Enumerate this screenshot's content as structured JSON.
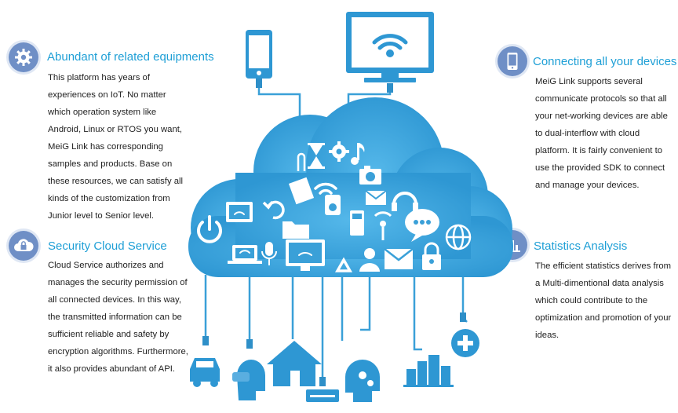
{
  "features": {
    "equipments": {
      "title": "Abundant of related equipments",
      "body": "This platform has years of experiences on IoT. No matter which operation system like Android, Linux or RTOS you want, MeiG Link has corresponding samples and products. Base on these resources, we can satisfy all kinds of the customization from Junior level to Senior level.",
      "icon": "gear-icon"
    },
    "security": {
      "title": "Security Cloud Service",
      "body": "Cloud Service authorizes and manages the security permission of all connected devices. In this way, the transmitted information can be sufficient reliable and safety by encryption algorithms. Furthermore, it also provides abundant of API.",
      "icon": "cloud-lock-icon"
    },
    "connecting": {
      "title": "Connecting all your devices",
      "body": "MeiG Link supports several communicate protocols so that all your net-working devices are able to dual-interflow with cloud platform. It is fairly convenient to use the provided SDK to connect and manage your devices.",
      "icon": "smartphone-icon"
    },
    "statistics": {
      "title": "Statistics Analysis",
      "body": "The efficient statistics derives from a Multi-dimentional data analysis which could contribute to the optimization and promotion of your ideas.",
      "icon": "bar-chart-icon"
    }
  },
  "colors": {
    "accent": "#1e9fd6",
    "cloud": "#3aa0d8",
    "badge": "#6f8fc6",
    "text": "#222222"
  }
}
